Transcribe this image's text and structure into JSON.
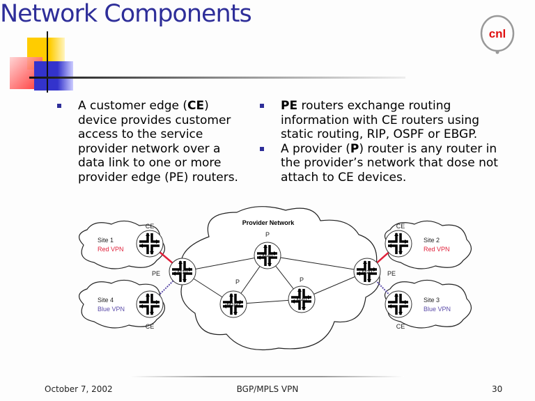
{
  "slide": {
    "title": "Network Components",
    "logo_text": "cnl",
    "left_bullets": [
      {
        "parts": [
          "A customer edge (",
          "CE",
          ") device provides customer access to the service provider network over a data link to one or more provider edge (PE) routers."
        ]
      }
    ],
    "right_bullets": [
      {
        "parts": [
          "",
          "PE",
          " routers exchange routing information with CE routers using static routing, RIP, OSPF or EBGP."
        ]
      },
      {
        "parts": [
          "A provider (",
          "P",
          ") router is any router in the provider’s network that dose not attach to CE devices."
        ]
      }
    ],
    "diagram": {
      "provider_label": "Provider Network",
      "sites": [
        {
          "name": "Site 1",
          "vpn": "Red VPN"
        },
        {
          "name": "Site 4",
          "vpn": "Blue VPN"
        },
        {
          "name": "Site 2",
          "vpn": "Red VPN"
        },
        {
          "name": "Site 3",
          "vpn": "Blue VPN"
        }
      ],
      "role_labels": {
        "ce": "CE",
        "pe": "PE",
        "p": "P"
      },
      "routers": {
        "pe1": "M10",
        "p1": "M40",
        "p2": "M160",
        "p3": "M40",
        "pe2": "M20"
      },
      "colors": {
        "red_vpn": "#e0203a",
        "blue_vpn": "#5a4aa8",
        "title": "#2e2e99"
      }
    },
    "footer": {
      "date": "October 7, 2002",
      "center": "BGP/MPLS VPN",
      "page": "30"
    }
  }
}
